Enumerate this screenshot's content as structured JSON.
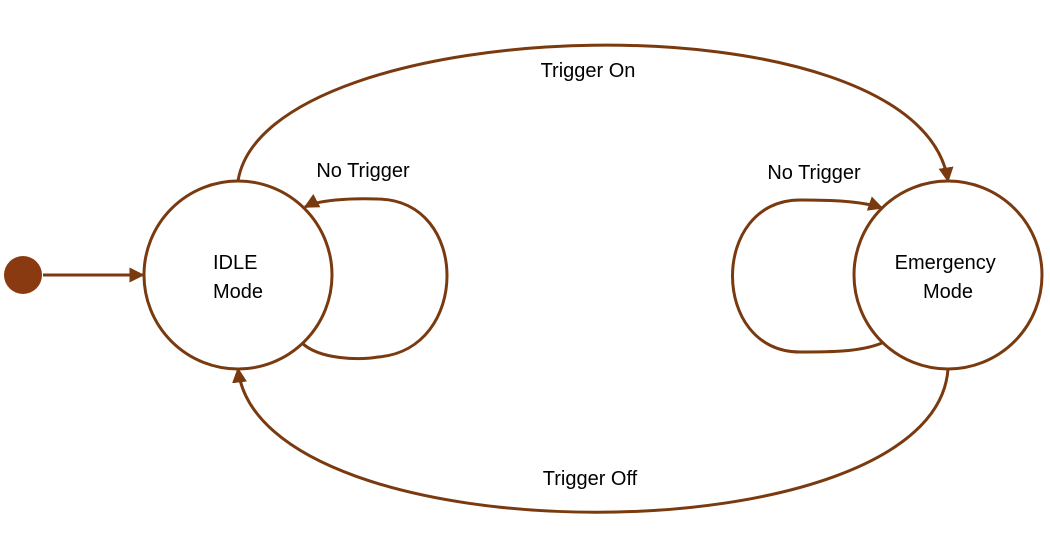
{
  "colors": {
    "stroke": "#7a3a10",
    "initial_dot": "#8a3a10",
    "text": "#000000",
    "background": "#ffffff"
  },
  "states": {
    "idle": {
      "line1": "IDLE",
      "line2": "Mode"
    },
    "emergency": {
      "line1": "Emergency",
      "line2": "Mode"
    }
  },
  "transitions": {
    "trigger_on": "Trigger On",
    "trigger_off": "Trigger Off",
    "idle_self_loop": "No Trigger",
    "emergency_self_loop": "No Trigger"
  }
}
